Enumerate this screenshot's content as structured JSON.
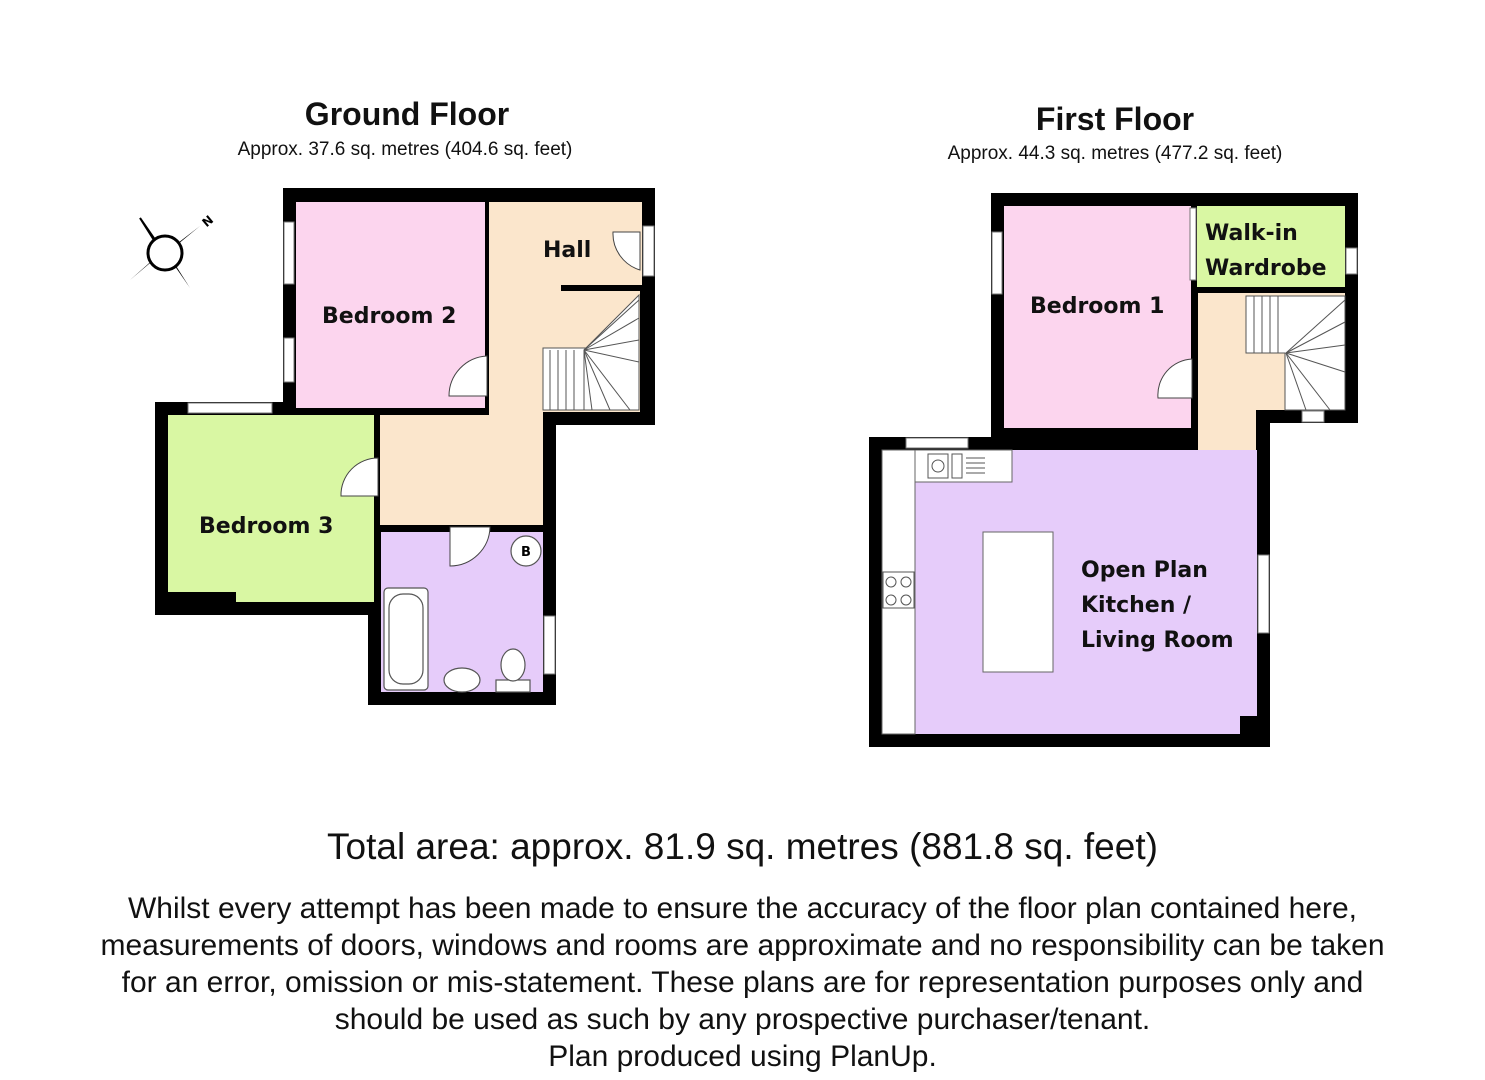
{
  "ground_floor": {
    "title": "Ground Floor",
    "area": "Approx. 37.6 sq. metres (404.6 sq. feet)",
    "rooms": {
      "hall": "Hall",
      "bedroom2": "Bedroom 2",
      "bedroom3": "Bedroom 3"
    },
    "boiler_label": "B"
  },
  "first_floor": {
    "title": "First Floor",
    "area": "Approx. 44.3 sq. metres (477.2 sq. feet)",
    "rooms": {
      "walkin_line1": "Walk-in",
      "walkin_line2": "Wardrobe",
      "bedroom1": "Bedroom 1",
      "open_plan_line1": "Open Plan",
      "open_plan_line2": "Kitchen /",
      "open_plan_line3": "Living Room"
    }
  },
  "compass": {
    "north_label": "N"
  },
  "total_area": "Total area: approx. 81.9 sq. metres (881.8 sq. feet)",
  "disclaimer": {
    "line1": "Whilst every attempt has been made to ensure the accuracy of the floor plan contained here,",
    "line2": "measurements of doors, windows and rooms are approximate and no responsibility can be taken",
    "line3": "for an error, omission or mis-statement. These plans are for representation purposes only and",
    "line4": "should be used as such by any prospective purchaser/tenant.",
    "line5": "Plan produced using PlanUp."
  },
  "colors": {
    "bedroom_pink": "#fcd5ee",
    "bedroom_green": "#d9f7a3",
    "hall_beige": "#fbe6cc",
    "bath_purple": "#e6ccfa",
    "wall": "#000000"
  }
}
